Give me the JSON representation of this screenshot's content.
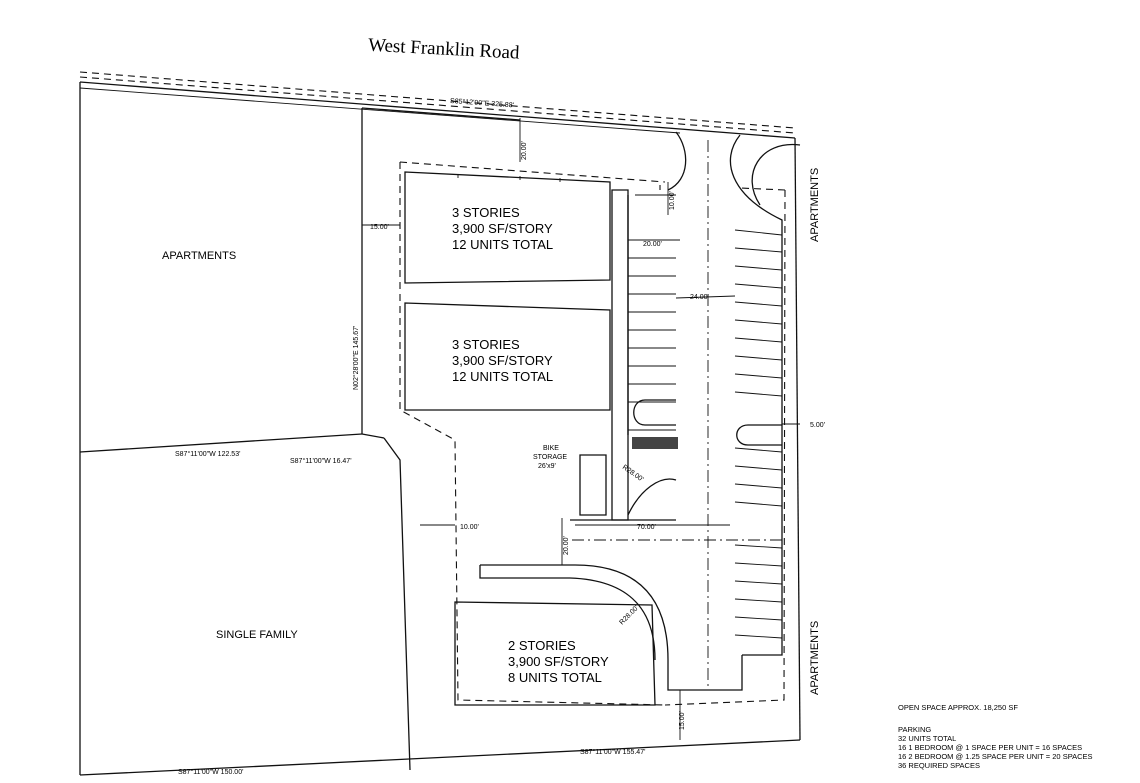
{
  "road": {
    "name": "West Franklin Road"
  },
  "labels": {
    "apartments_left": "APARTMENTS",
    "single_family": "SINGLE FAMILY",
    "apartments_right_top": "APARTMENTS",
    "apartments_right_bottom": "APARTMENTS",
    "bike_storage_title": "BIKE",
    "bike_storage_line2": "STORAGE",
    "bike_storage_size": "26'x9'"
  },
  "buildings": [
    {
      "stories": "3 STORIES",
      "area": "3,900 SF/STORY",
      "units": "12 UNITS TOTAL"
    },
    {
      "stories": "3 STORIES",
      "area": "3,900 SF/STORY",
      "units": "12 UNITS TOTAL"
    },
    {
      "stories": "2 STORIES",
      "area": "3,900 SF/STORY",
      "units": "8 UNITS TOTAL"
    }
  ],
  "dimensions": {
    "top_bearing": "S85°12'00\"E  325.88'",
    "setback_front": "20.00'",
    "setback_left": "15.00'",
    "drive_width_top": "20.00'",
    "aisle_width": "24.00'",
    "west_line": "N02°28'00\"E  145.67'",
    "side_right": "5.00'",
    "bearing_mid_1": "S87°11'00\"W  122.53'",
    "bearing_mid_2": "S87°11'00\"W  16.47'",
    "radius_1": "R28.00'",
    "setback_mid": "10.00'",
    "drive_width_mid": "20.00'",
    "drive_length": "70.00'",
    "radius_2": "R28.00'",
    "rear_setback": "15.00'",
    "bearing_bottom_right": "S87°11'00\"W  155.47'",
    "bearing_bottom_left": "S87°11'00\"W  150.00'",
    "top_small": "10.00'"
  },
  "notes": {
    "open_space": "OPEN SPACE APPROX. 18,250 SF",
    "parking_title": "PARKING",
    "units_total": "32 UNITS TOTAL",
    "one_bed": "16 1 BEDROOM @ 1 SPACE PER UNIT = 16 SPACES",
    "two_bed": "16 2 BEDROOM @ 1.25 SPACE PER UNIT = 20 SPACES",
    "required": "36 REQUIRED SPACES"
  }
}
